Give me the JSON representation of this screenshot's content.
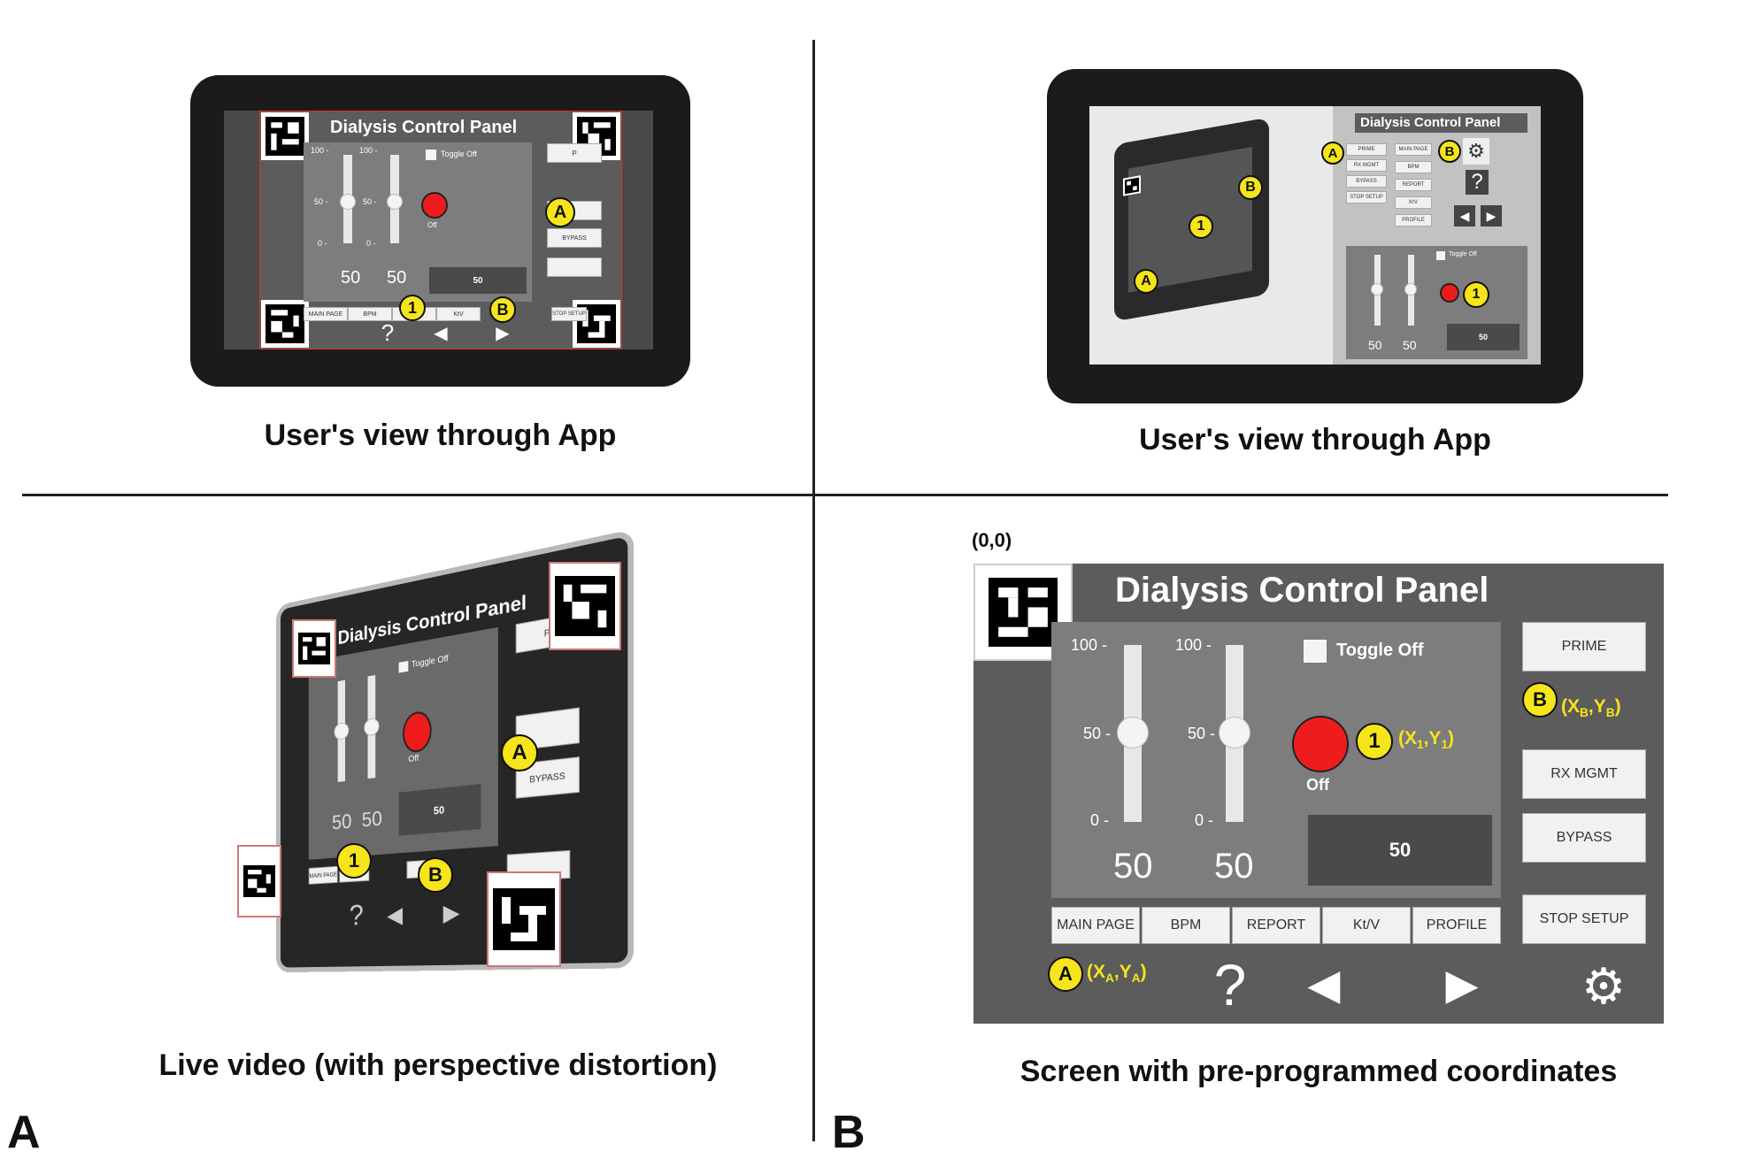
{
  "captions": {
    "top_left": "User's view through App",
    "top_right": "User's view through App",
    "bottom_left": "Live video (with perspective distortion)",
    "bottom_right": "Screen with pre-programmed coordinates"
  },
  "panel_letters": {
    "left": "A",
    "right": "B"
  },
  "origin_label": "(0,0)",
  "control_panel": {
    "title": "Dialysis Control Panel",
    "toggle_label": "Toggle Off",
    "slider_ticks": [
      "100 -",
      "50 -",
      "0 -"
    ],
    "slider_values": [
      "50",
      "50"
    ],
    "button_state": "Off",
    "display_value": "50",
    "side_buttons": [
      "PRIME",
      "RX MGMT",
      "BYPASS",
      "STOP SETUP"
    ],
    "tabs": [
      "MAIN PAGE",
      "BPM",
      "REPORT",
      "Kt/V",
      "PROFILE"
    ],
    "help_glyph": "?",
    "prev_glyph": "◀",
    "next_glyph": "▶",
    "gear_glyph": "⚙"
  },
  "mini_panel": {
    "tabs": [
      "MAIN PAGE",
      "BPM",
      "",
      "KtV",
      "STOP SETUP"
    ],
    "side_buttons": [
      "P",
      "BYPASS"
    ],
    "right_buttons": [
      "PRIME",
      "RX MGMT",
      "BYPASS",
      "STOP SETUP"
    ],
    "right_grid": [
      "MAIN PAGE",
      "BPM",
      "REPORT",
      "KtV",
      "PROFILE"
    ]
  },
  "annotations": {
    "A": "A",
    "B": "B",
    "one": "1",
    "coord_A": "(XA,YA)",
    "coord_B": "(XB,YB)",
    "coord_1": "(X1,Y1)"
  },
  "colors": {
    "badge": "#f6e51a",
    "panel": "#5c5c5c",
    "inner": "#7d7d7d",
    "red": "#ee1c1c"
  }
}
